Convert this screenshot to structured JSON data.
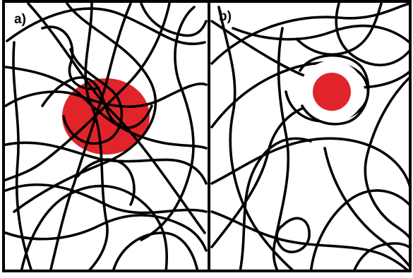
{
  "figure": {
    "panels": [
      {
        "id": "a",
        "label": "a)"
      },
      {
        "id": "b",
        "label": "b)"
      }
    ],
    "colors": {
      "fiber": "#000000",
      "particle": "#e1242a",
      "background": "#ffffff"
    }
  }
}
